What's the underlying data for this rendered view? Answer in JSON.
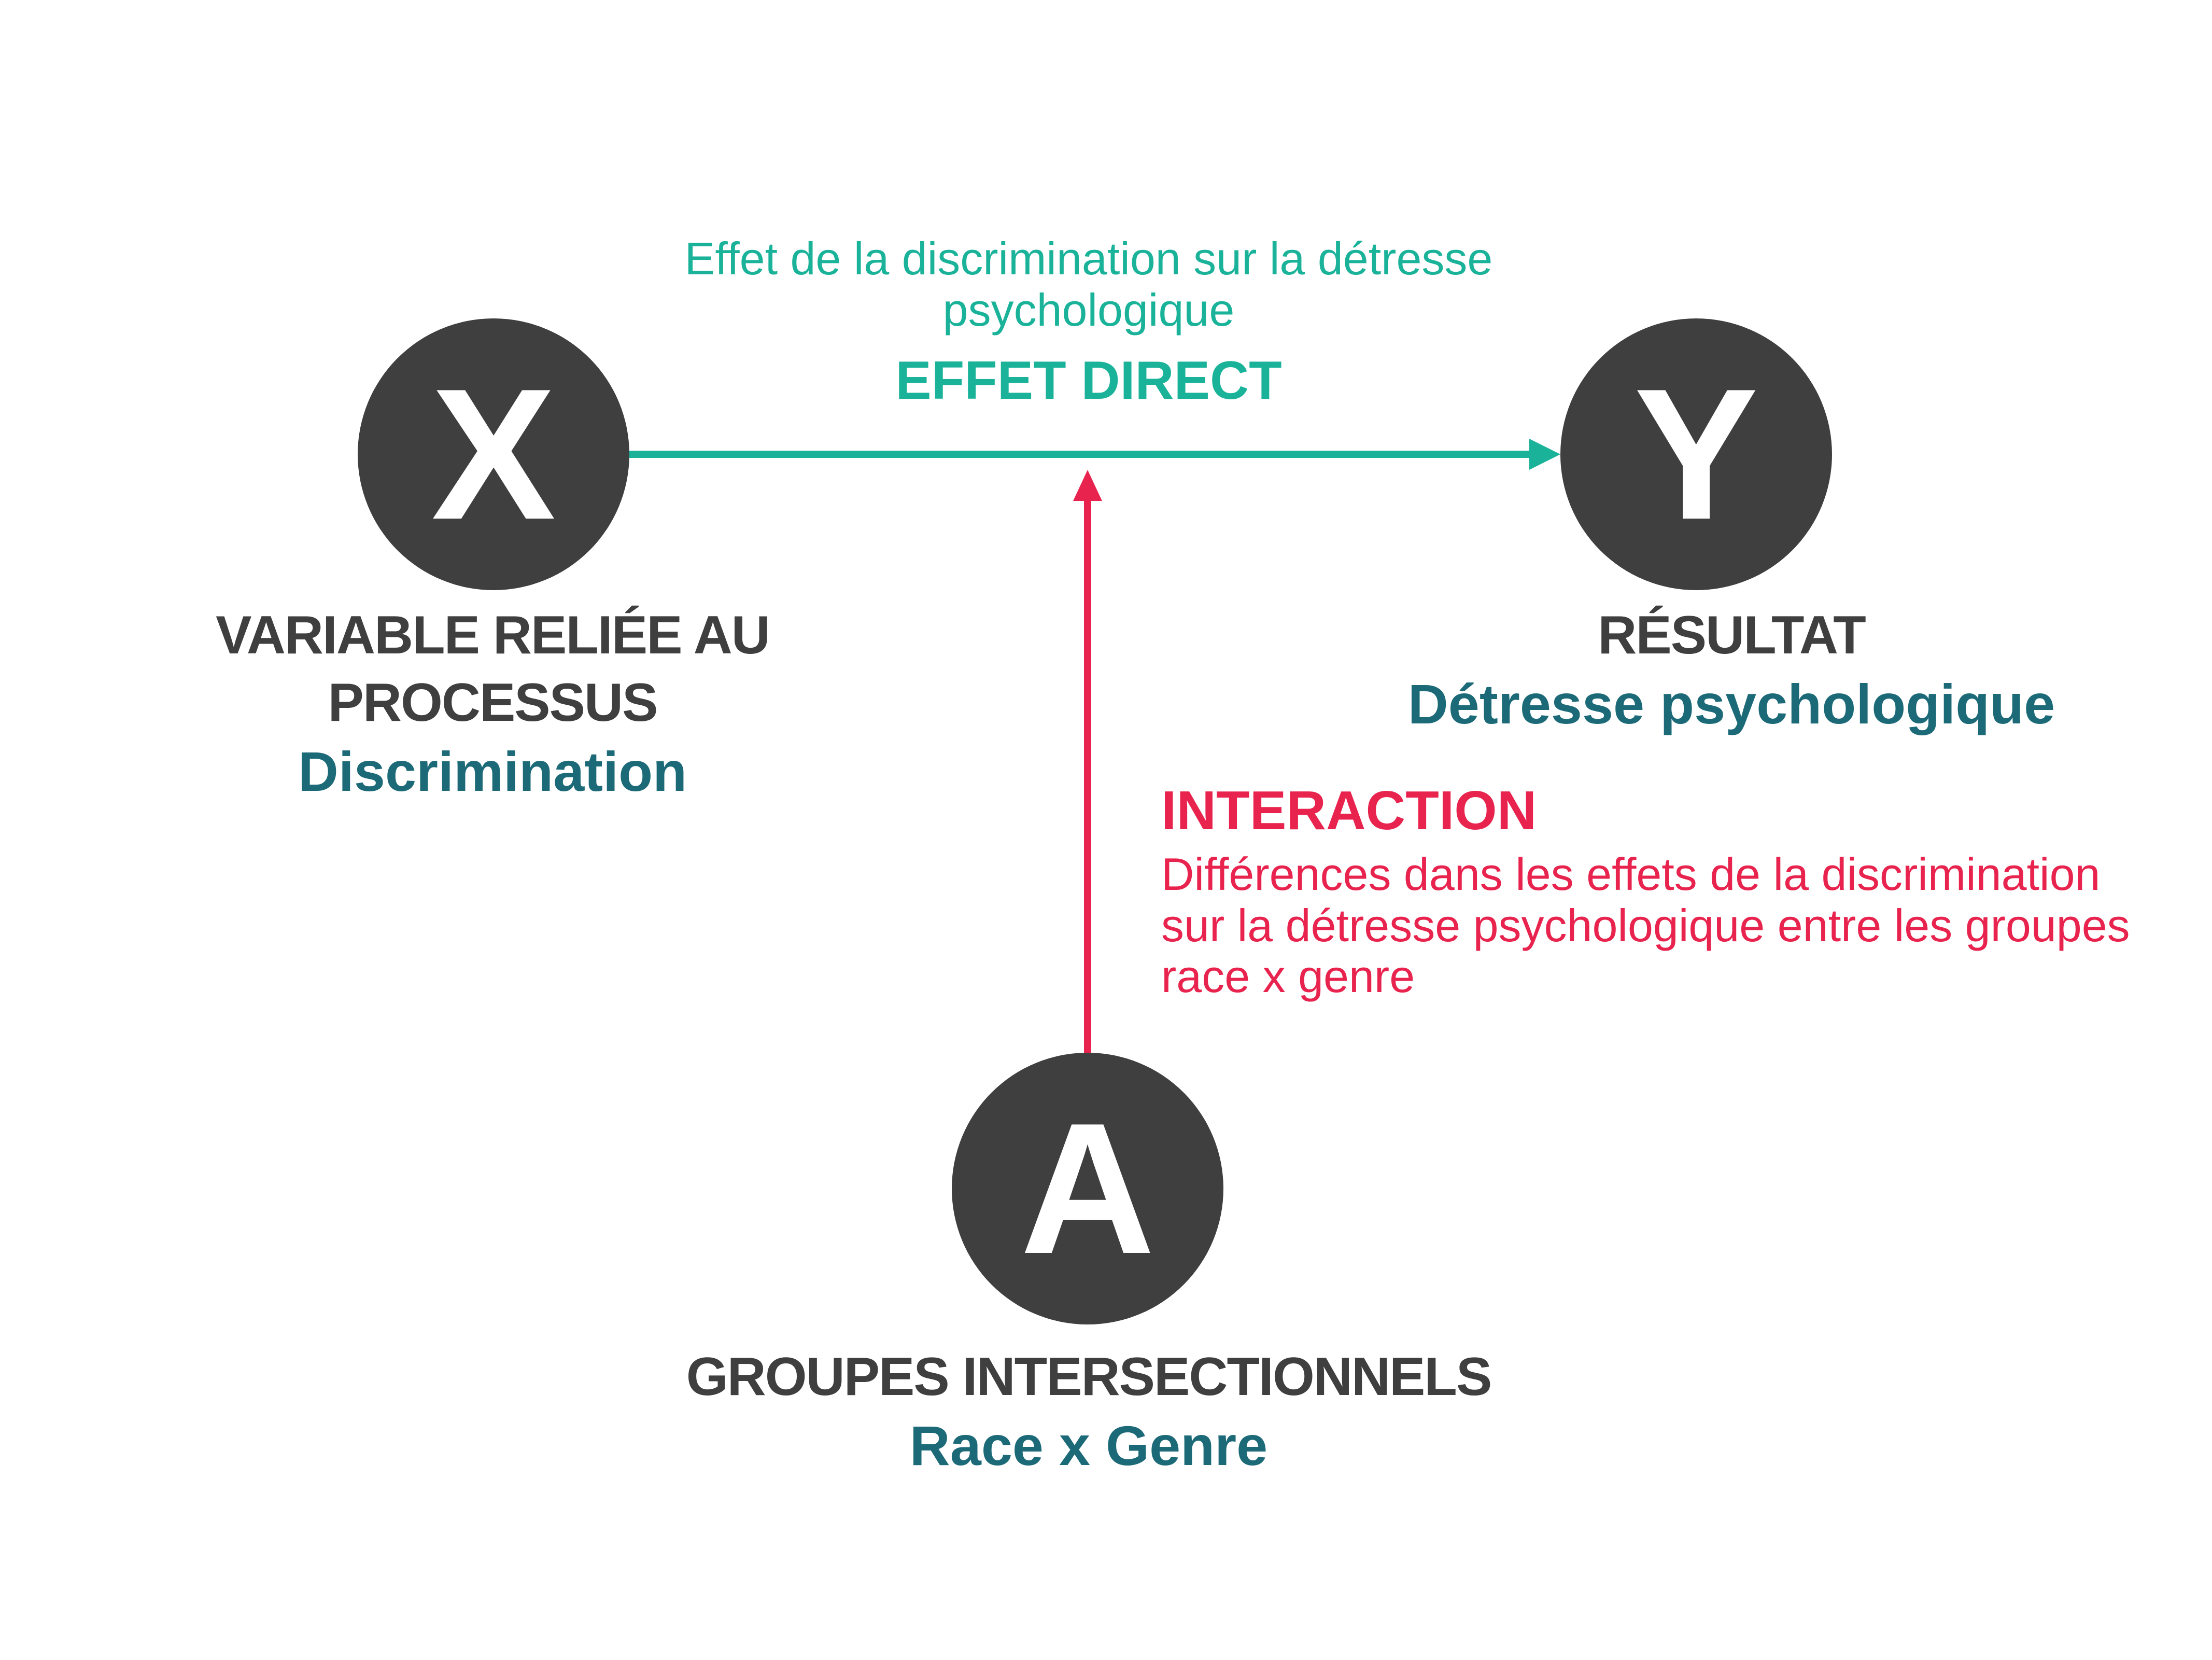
{
  "colors": {
    "node": "#3f3f3f",
    "direct_effect": "#1ab39a",
    "interaction": "#e8234e",
    "sub_label": "#1c6a78"
  },
  "nodes": {
    "x": {
      "letter": "X",
      "heading": "VARIABLE RELIÉE AU PROCESSUS",
      "sub": "Discrimination"
    },
    "y": {
      "letter": "Y",
      "heading": "RÉSULTAT",
      "sub": "Détresse psychologique"
    },
    "a": {
      "letter": "A",
      "heading": "GROUPES INTERSECTIONNELS",
      "sub": "Race x Genre"
    }
  },
  "direct_effect": {
    "description": "Effet de la discrimination sur la détresse psychologique",
    "title": "EFFET DIRECT"
  },
  "interaction": {
    "title": "INTERACTION",
    "description": "Différences dans les effets de la discrimination sur la détresse psychologique entre les groupes race x genre"
  }
}
